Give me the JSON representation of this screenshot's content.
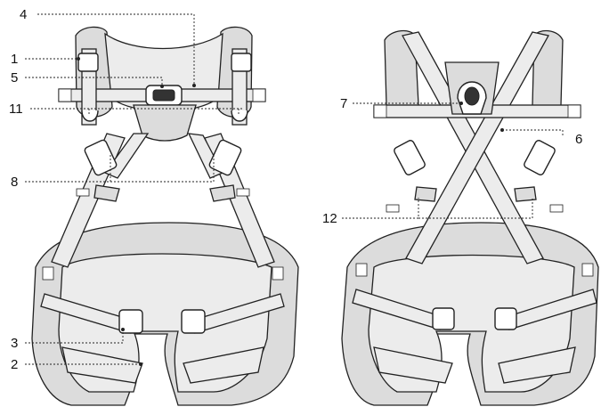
{
  "callouts_front": [
    {
      "number": "1"
    },
    {
      "number": "2"
    },
    {
      "number": "3"
    },
    {
      "number": "4"
    },
    {
      "number": "5"
    },
    {
      "number": "8"
    },
    {
      "number": "11"
    }
  ],
  "callouts_back": [
    {
      "number": "6"
    },
    {
      "number": "7"
    },
    {
      "number": "12"
    }
  ],
  "colors": {
    "line": "#222222",
    "webbing": "#ececec",
    "padding": "#dcdcdc"
  }
}
